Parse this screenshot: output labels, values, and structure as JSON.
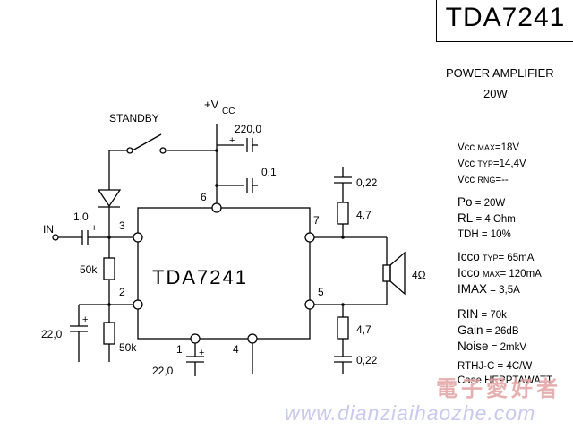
{
  "title": "TDA7241",
  "heading": {
    "line1": "POWER AMPLIFIER",
    "line2": "20W"
  },
  "specs": {
    "vcc_max": {
      "sym": "Vcc",
      "sub": "MAX",
      "val": "=18V"
    },
    "vcc_typ": {
      "sym": "Vcc",
      "sub": "TYP",
      "val": "=14,4V"
    },
    "vcc_rng": {
      "sym": "Vcc",
      "sub": "RNG",
      "val": "=--"
    },
    "po": {
      "sym": "Po",
      "val": "= 20W"
    },
    "rl": {
      "sym": "RL",
      "val": "= 4 Ohm"
    },
    "tdh": {
      "sym": "TDH",
      "val": "= 10%"
    },
    "icco_typ": {
      "sym": "Icco",
      "sub": "TYP",
      "val": "= 65mA"
    },
    "icco_max": {
      "sym": "Icco",
      "sub": "MAX",
      "val": "= 120mA"
    },
    "imax": {
      "sym": "IMAX",
      "val": "=    3,5A"
    },
    "rin": {
      "sym": "RIN",
      "val": "=  70k"
    },
    "gain": {
      "sym": "Gain",
      "val": "=  26dB"
    },
    "noise": {
      "sym": "Noise",
      "val": "= 2mkV"
    },
    "rthj": {
      "sym": "RTHJ-C",
      "val": "= 4C/W"
    },
    "case": {
      "sym": "Case",
      "val": "HEPPTAWATT"
    }
  },
  "schematic": {
    "ic_label": "TDA7241",
    "vcc_label": "+V",
    "vcc_sub": "CC",
    "standby": "STANDBY",
    "in_label": "IN",
    "c_vcc_big": "220,0",
    "c_vcc_small": "0,1",
    "c_in": "1,0",
    "r_upper": "50k",
    "r_lower": "50k",
    "c_left": "22,0",
    "c_bottom": "22,0",
    "c_top_right": "0,22",
    "r_top_right": "4,7",
    "r_bot_right": "4,7",
    "c_bot_right": "0,22",
    "speaker": "4Ω",
    "plus": "+",
    "pins": [
      "1",
      "2",
      "3",
      "4",
      "5",
      "6",
      "7"
    ]
  },
  "watermark": {
    "cn": "電子愛好者",
    "url": "www.dianziaihaozhe.com"
  }
}
